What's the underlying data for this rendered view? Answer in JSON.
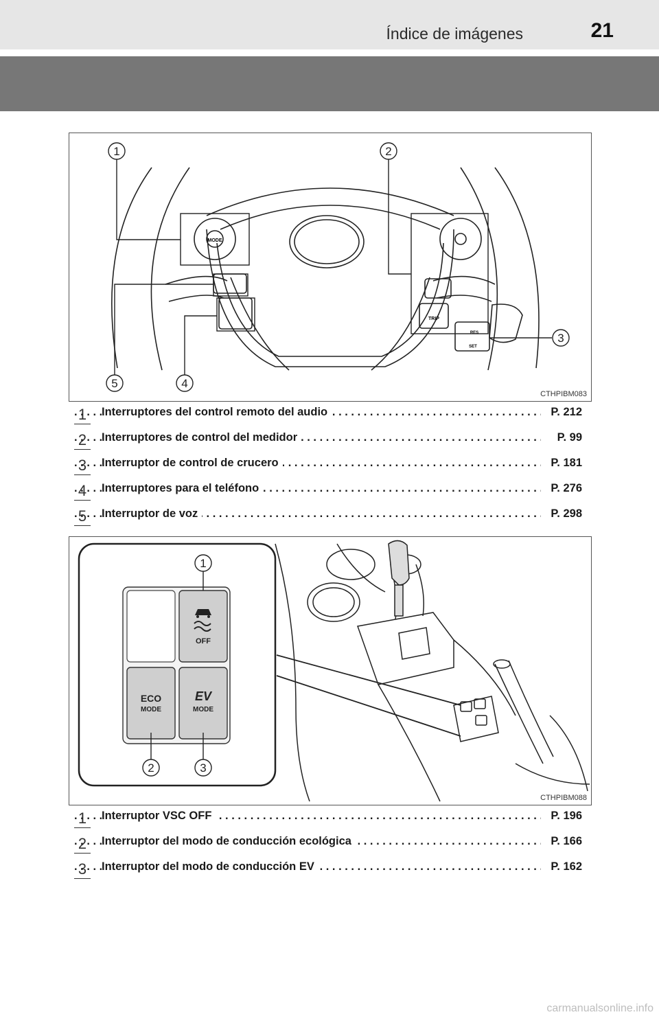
{
  "header": {
    "title": "Índice de imágenes",
    "page_number": "21"
  },
  "figure1": {
    "code": "CTHPIBM083",
    "callouts": [
      "1",
      "2",
      "3",
      "4",
      "5"
    ],
    "button_labels": {
      "mode": "MODE",
      "trip": "TRIP",
      "res": "RES",
      "set": "SET"
    },
    "items": [
      {
        "num": "1",
        "label": "Interruptores del control remoto del audio",
        "page": "P. 212"
      },
      {
        "num": "2",
        "label": "Interruptores de control del medidor",
        "page": "P. 99"
      },
      {
        "num": "3",
        "label": "Interruptor de control de crucero",
        "page": "P. 181"
      },
      {
        "num": "4",
        "label": "Interruptores para el teléfono",
        "page": "P. 276"
      },
      {
        "num": "5",
        "label": "Interruptor de voz",
        "page": "P. 298"
      }
    ]
  },
  "figure2": {
    "code": "CTHPIBM088",
    "callouts": [
      "1",
      "2",
      "3"
    ],
    "button_labels": {
      "vsc": "OFF",
      "eco": "ECO",
      "eco_sub": "MODE",
      "ev": "EV",
      "ev_sub": "MODE"
    },
    "items": [
      {
        "num": "1",
        "label": "Interruptor VSC OFF",
        "page": "P. 196"
      },
      {
        "num": "2",
        "label": "Interruptor del modo de conducción ecológica",
        "page": "P. 166"
      },
      {
        "num": "3",
        "label": "Interruptor del modo de conducción EV",
        "page": "P. 162"
      }
    ]
  },
  "watermark": "carmanualsonline.info"
}
